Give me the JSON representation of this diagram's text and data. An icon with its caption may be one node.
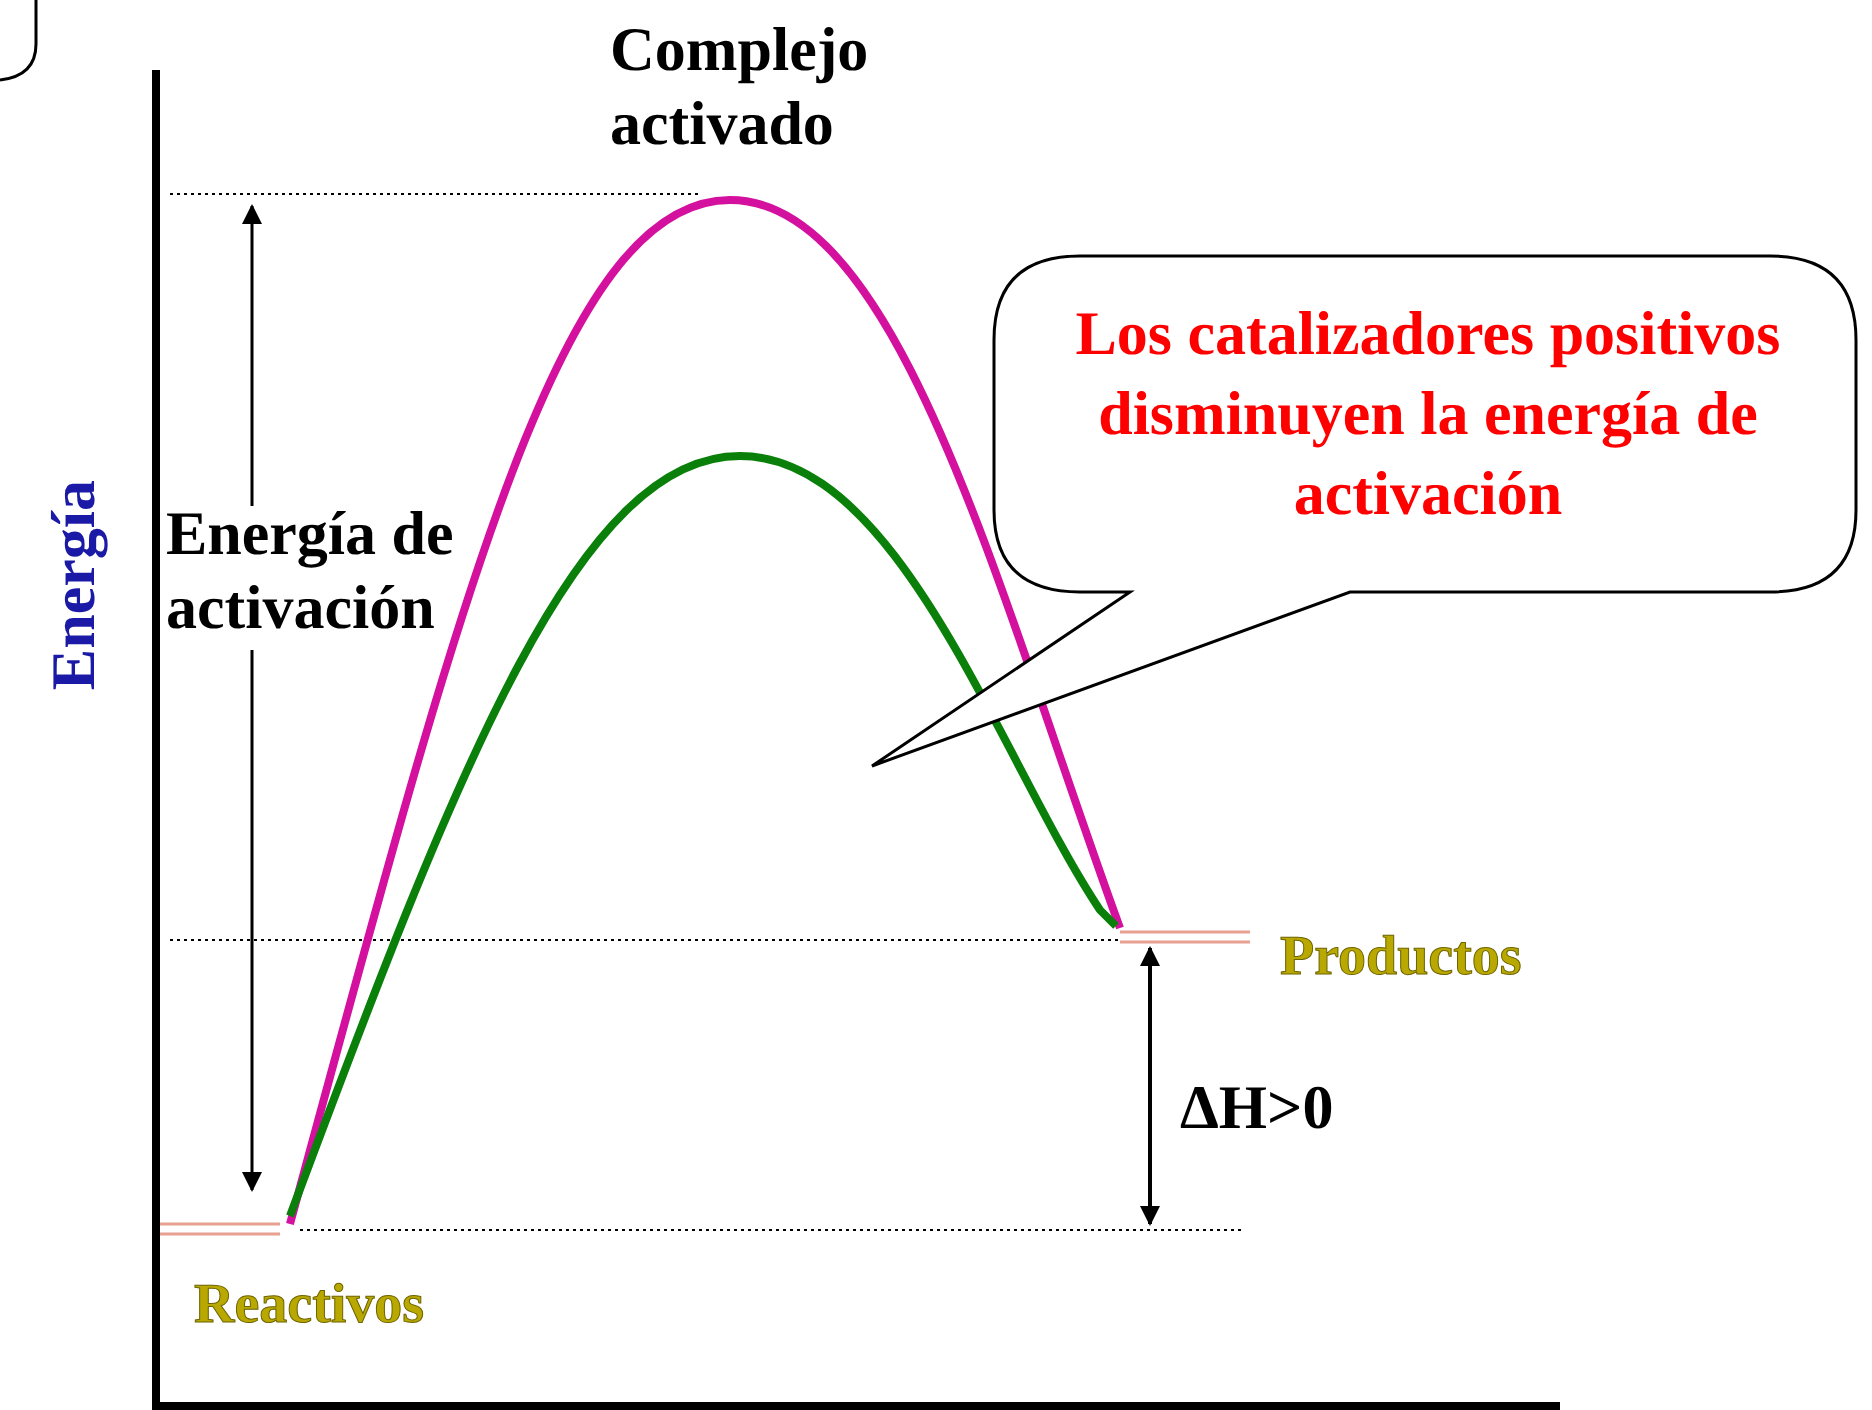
{
  "diagram": {
    "nodes": [
      {
        "text": [
          "Los catalizadores positivos disminuyen la energía de activación"
        ]
      }
    ],
    "edges": [],
    "labels": [
      "Complejo activado",
      "Energía",
      "Energía de activación",
      "Productos",
      "ΔH>0",
      "Reactivos"
    ]
  }
}
